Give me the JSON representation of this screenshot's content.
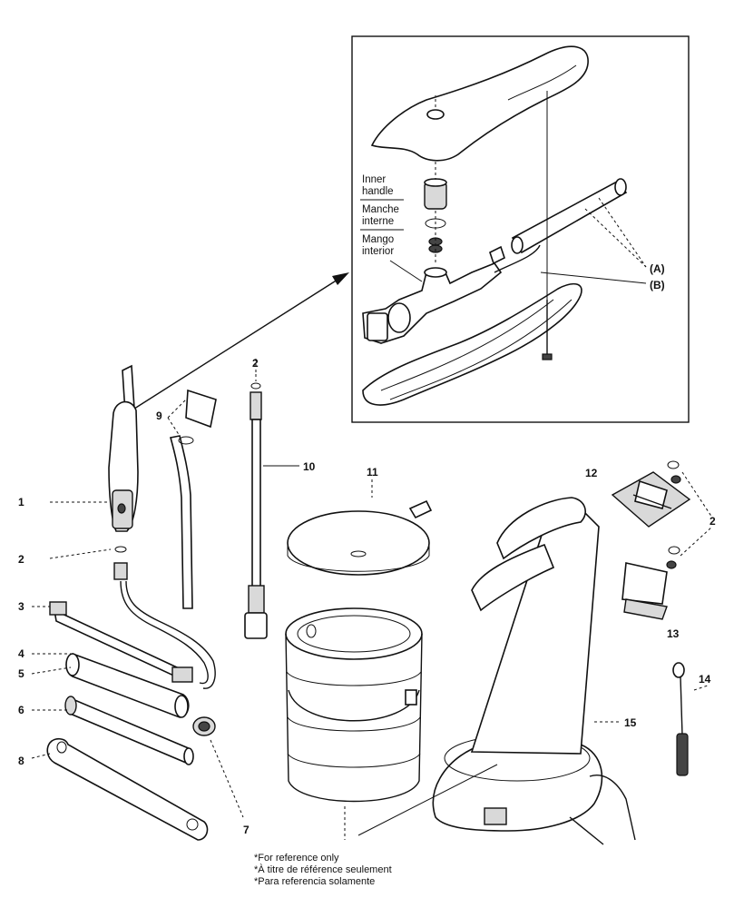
{
  "inset": {
    "handle_label_en_1": "Inner",
    "handle_label_en_2": "handle",
    "handle_label_fr_1": "Manche",
    "handle_label_fr_2": "interne",
    "handle_label_es_1": "Mango",
    "handle_label_es_2": "interior",
    "callout_a": "(A)",
    "callout_b": "(B)"
  },
  "parts": {
    "p1": "1",
    "p2a": "2",
    "p2b": "2",
    "p2c": "2",
    "p3": "3",
    "p4": "4",
    "p5": "5",
    "p6": "6",
    "p7": "7",
    "p8": "8",
    "p9": "9",
    "p10": "10",
    "p11": "11",
    "p12": "12",
    "p13": "13",
    "p14": "14",
    "p15": "15"
  },
  "footnote": {
    "line1": "*For reference only",
    "line2": "*À titre de référence seulement",
    "line3": "*Para referencia solamente"
  }
}
